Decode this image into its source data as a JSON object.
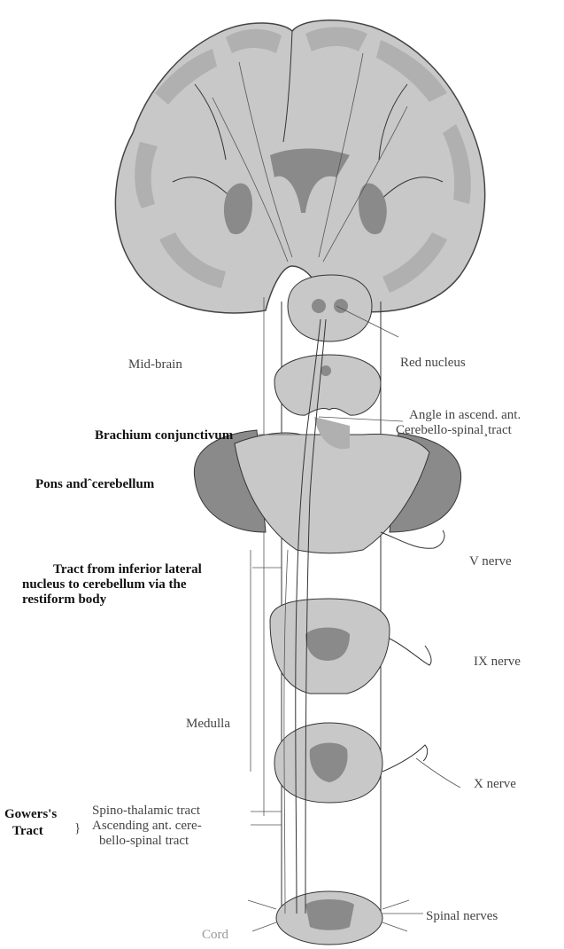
{
  "labels": {
    "mid_brain": "Mid-brain",
    "red_nucleus": "Red nucleus",
    "angle_line1": "Angle in ascend. ant.",
    "angle_line2": "Cerebello-spinal¸tract",
    "brachium": "Brachium conjunctivum",
    "pons": "Pons andˆcerebellum",
    "tract_line1": "Tract from inferior lateral",
    "tract_line2": "nucleus to cerebellum via the",
    "tract_line3": "restiform body",
    "v_nerve": "V nerve",
    "ix_nerve": "IX nerve",
    "medulla": "Medulla",
    "x_nerve": "X nerve",
    "gowers_line1": "Gowers's",
    "gowers_line2": "Tract",
    "spino_thalamic": "Spino-thalamic tract",
    "ascending_line1": "Ascending ant. cere-",
    "ascending_line2": "bello-spinal tract",
    "spinal_nerves": "Spinal nerves",
    "cord": "Cord"
  },
  "colors": {
    "ink": "#333333",
    "gray_matter": "#8a8a8a",
    "white_matter": "#c8c8c8"
  }
}
